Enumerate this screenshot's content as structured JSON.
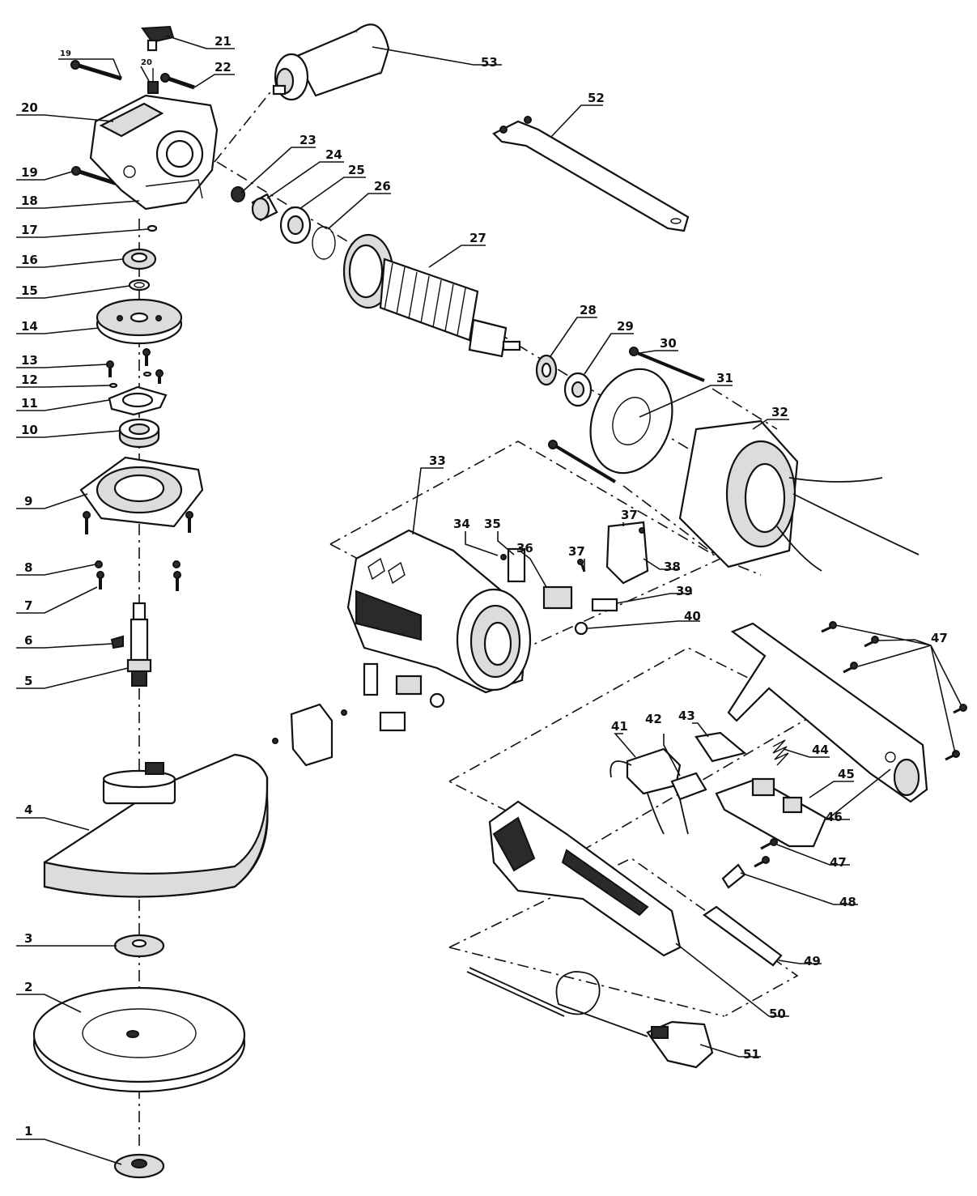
{
  "diagram": {
    "callouts": [
      {
        "id": "c1",
        "text": "1"
      },
      {
        "id": "c2",
        "text": "2"
      },
      {
        "id": "c3",
        "text": "3"
      },
      {
        "id": "c4",
        "text": "4"
      },
      {
        "id": "c5",
        "text": "5"
      },
      {
        "id": "c6",
        "text": "6"
      },
      {
        "id": "c7",
        "text": "7"
      },
      {
        "id": "c8",
        "text": "8"
      },
      {
        "id": "c9",
        "text": "9"
      },
      {
        "id": "c10",
        "text": "10"
      },
      {
        "id": "c11",
        "text": "11"
      },
      {
        "id": "c12",
        "text": "12"
      },
      {
        "id": "c13",
        "text": "13"
      },
      {
        "id": "c14",
        "text": "14"
      },
      {
        "id": "c15",
        "text": "15"
      },
      {
        "id": "c16",
        "text": "16"
      },
      {
        "id": "c17",
        "text": "17"
      },
      {
        "id": "c18",
        "text": "18"
      },
      {
        "id": "c19a",
        "text": "19"
      },
      {
        "id": "c19b",
        "text": "19"
      },
      {
        "id": "c20",
        "text": "20"
      },
      {
        "id": "c20s",
        "text": "20"
      },
      {
        "id": "c21",
        "text": "21"
      },
      {
        "id": "c22",
        "text": "22"
      },
      {
        "id": "c23",
        "text": "23"
      },
      {
        "id": "c24",
        "text": "24"
      },
      {
        "id": "c25",
        "text": "25"
      },
      {
        "id": "c26",
        "text": "26"
      },
      {
        "id": "c27",
        "text": "27"
      },
      {
        "id": "c28",
        "text": "28"
      },
      {
        "id": "c29",
        "text": "29"
      },
      {
        "id": "c30",
        "text": "30"
      },
      {
        "id": "c31",
        "text": "31"
      },
      {
        "id": "c32",
        "text": "32"
      },
      {
        "id": "c33",
        "text": "33"
      },
      {
        "id": "c34",
        "text": "34"
      },
      {
        "id": "c35",
        "text": "35"
      },
      {
        "id": "c36",
        "text": "36"
      },
      {
        "id": "c37a",
        "text": "37"
      },
      {
        "id": "c37b",
        "text": "37"
      },
      {
        "id": "c38",
        "text": "38"
      },
      {
        "id": "c39",
        "text": "39"
      },
      {
        "id": "c40",
        "text": "40"
      },
      {
        "id": "c41",
        "text": "41"
      },
      {
        "id": "c42",
        "text": "42"
      },
      {
        "id": "c43",
        "text": "43"
      },
      {
        "id": "c44",
        "text": "44"
      },
      {
        "id": "c45",
        "text": "45"
      },
      {
        "id": "c46",
        "text": "46"
      },
      {
        "id": "c47a",
        "text": "47"
      },
      {
        "id": "c47b",
        "text": "47"
      },
      {
        "id": "c48",
        "text": "48"
      },
      {
        "id": "c49",
        "text": "49"
      },
      {
        "id": "c50",
        "text": "50"
      },
      {
        "id": "c51",
        "text": "51"
      },
      {
        "id": "c52",
        "text": "52"
      },
      {
        "id": "c53",
        "text": "53"
      }
    ]
  },
  "colors": {
    "ink": "#111111",
    "paper": "#ffffff",
    "fill_gray": "#dcdcdc",
    "fill_dark": "#2a2a2a"
  }
}
